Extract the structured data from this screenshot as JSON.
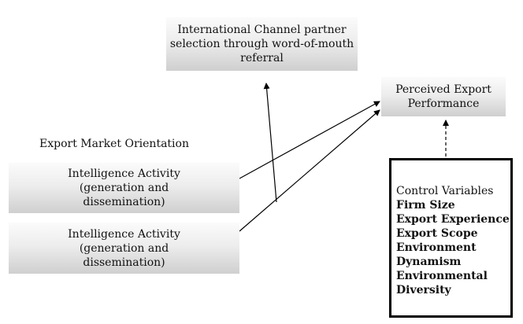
{
  "diagram": {
    "channel_box": {
      "lines": [
        "International Channel partner",
        "selection through word-of-mouth",
        "referral"
      ]
    },
    "export_box": {
      "lines": [
        "Perceived Export",
        "Performance"
      ]
    },
    "orientation_label": "Export Market Orientation",
    "intelligence_box_1": {
      "lines": [
        "Intelligence Activity",
        "(generation and",
        "dissemination)"
      ]
    },
    "intelligence_box_2": {
      "lines": [
        "Intelligence Activity",
        "(generation and",
        "dissemination)"
      ]
    },
    "control_box": {
      "title": "Control Variables",
      "items": [
        "Firm Size",
        "Export Experience",
        "Export Scope",
        "Environment",
        "Dynamism",
        "Environmental",
        "Diversity"
      ]
    }
  }
}
